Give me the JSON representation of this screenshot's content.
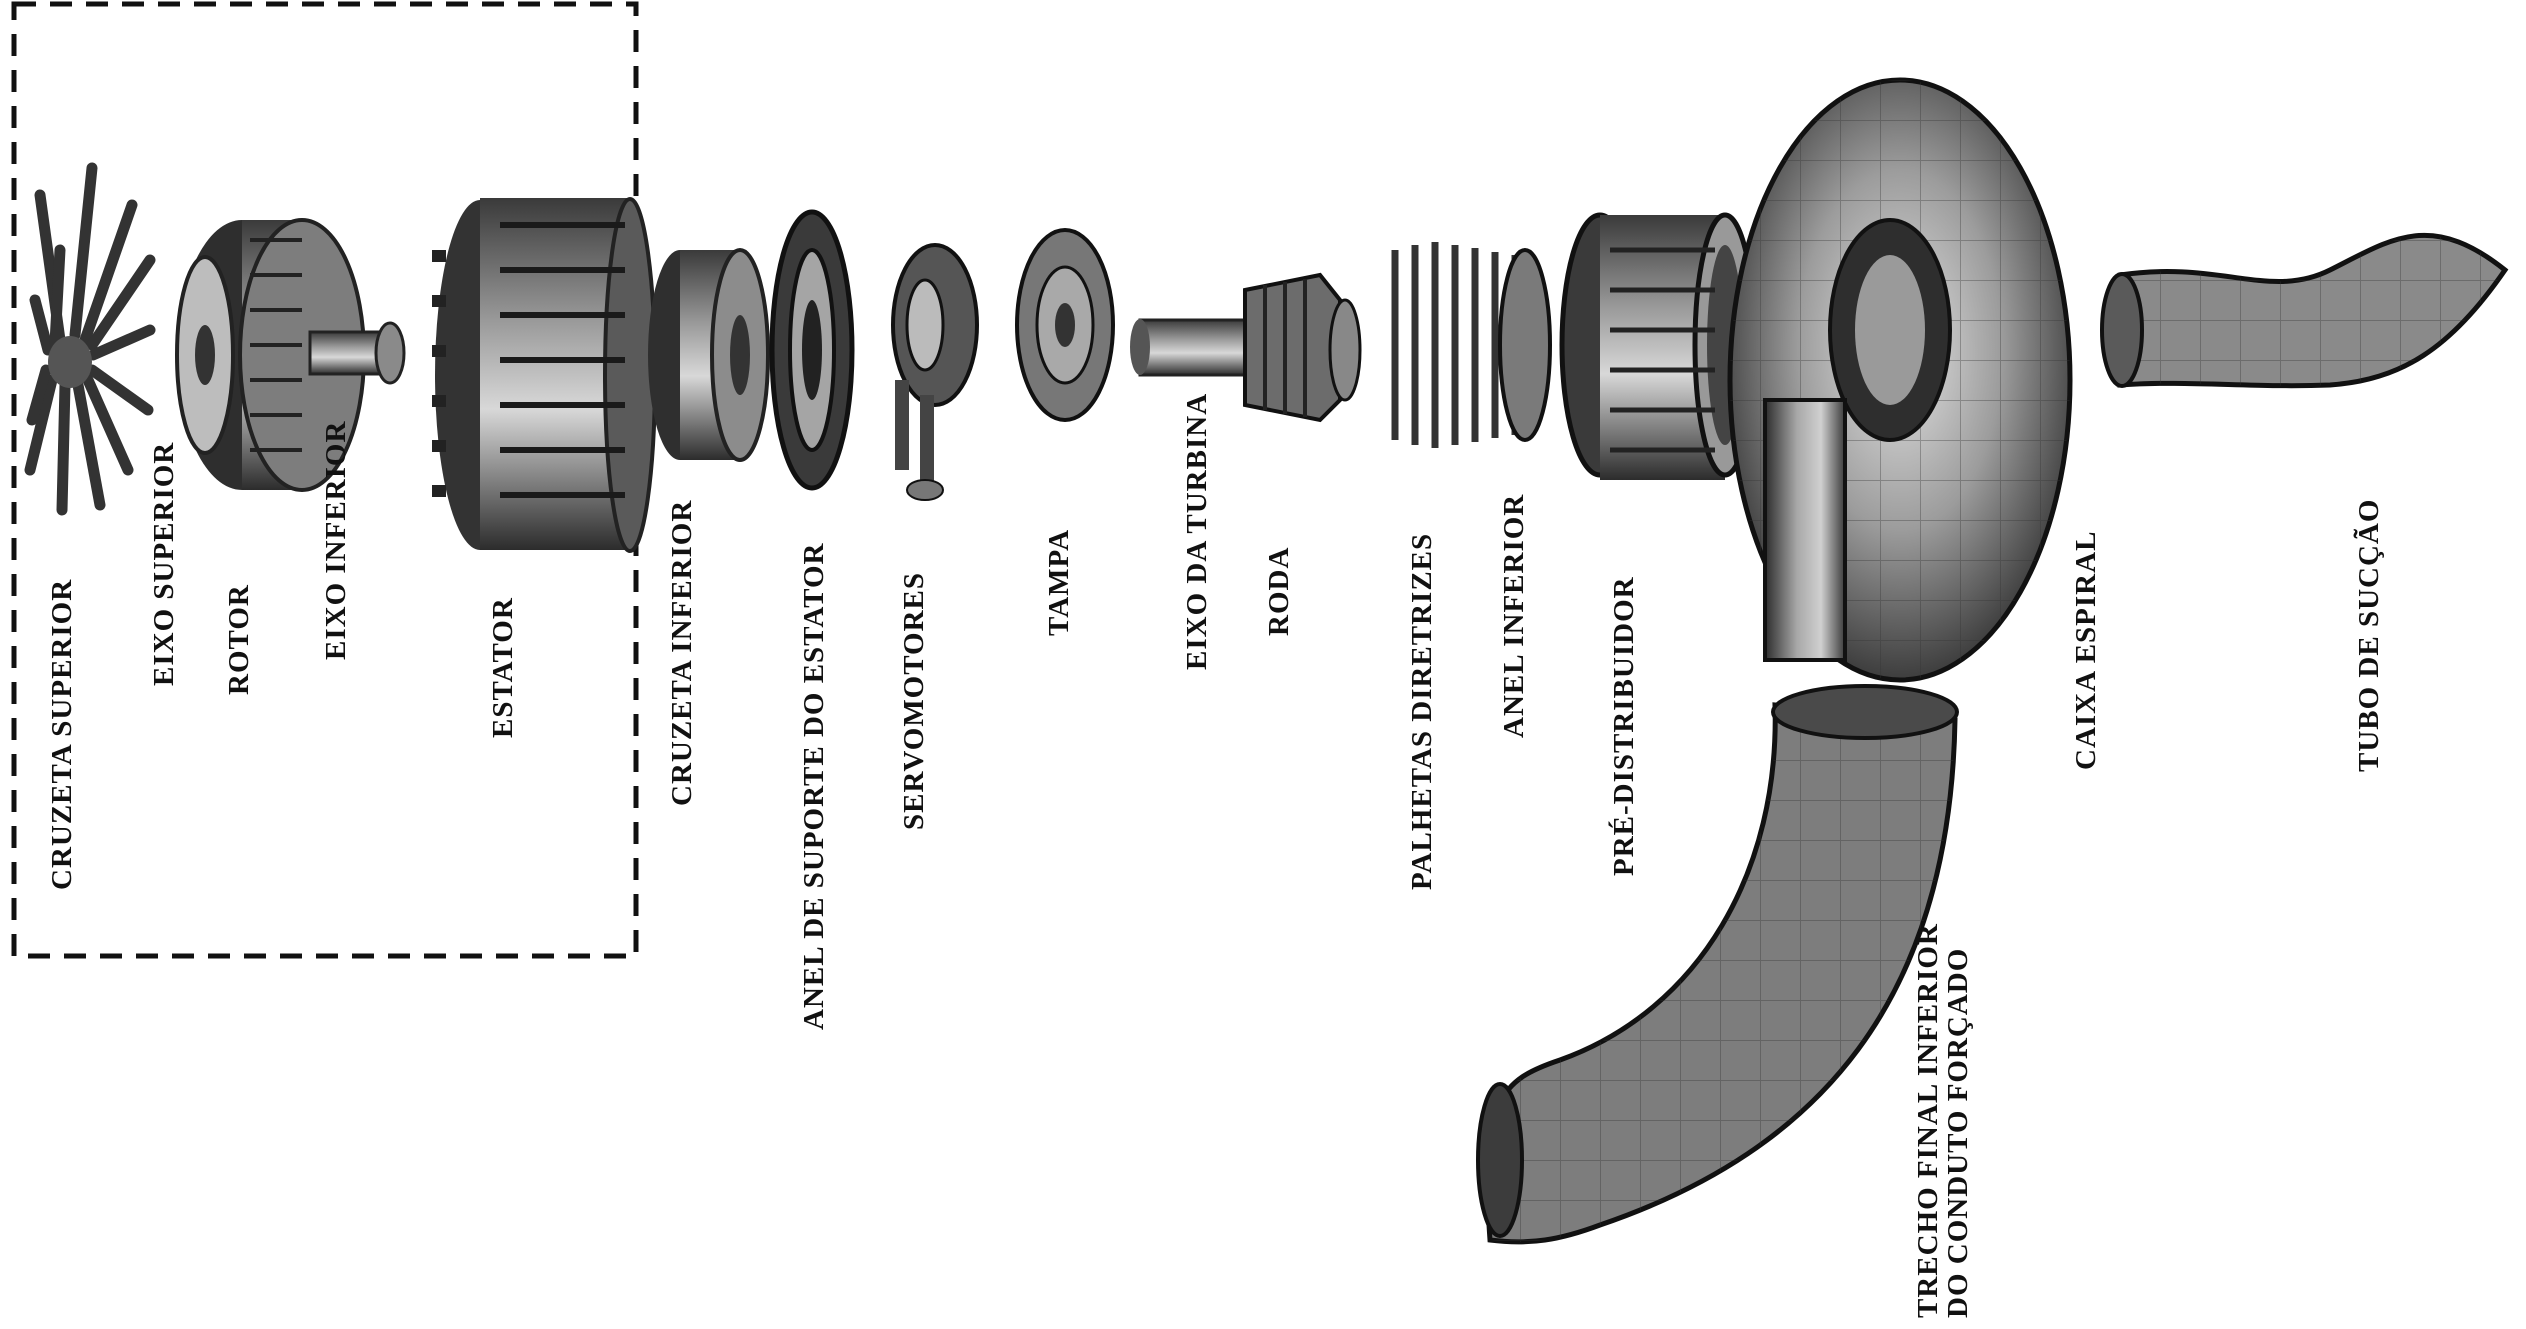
{
  "labels": {
    "cruzeta_superior": "CRUZETA SUPERIOR",
    "eixo_superior": "EIXO SUPERIOR",
    "rotor": "ROTOR",
    "eixo_inferior": "EIXO INFERIOR",
    "estator": "ESTATOR",
    "cruzeta_inferior": "CRUZETA INFERIOR",
    "anel_suporte_estator": "ANEL DE SUPORTE DO ESTATOR",
    "servomotores": "SERVOMOTORES",
    "tampa": "TAMPA",
    "eixo_turbina": "EIXO DA TURBINA",
    "roda": "RODA",
    "palhetas_diretrizes": "PALHETAS DIRETRIZES",
    "anel_inferior": "ANEL INFERIOR",
    "pre_distribuidor": "PRÉ-DISTRIBUIDOR",
    "caixa_espiral": "CAIXA ESPIRAL",
    "tubo_succao": "TUBO DE SUCÇÃO",
    "trecho_final_line1": "TRECHO FINAL INFERIOR",
    "trecho_final_line2": "DO CONDUTO FORÇADO"
  },
  "colors": {
    "ink": "#111111",
    "metal_dark": "#2a2a2a",
    "metal_mid": "#7a7a7a",
    "metal_light": "#c8c8c8"
  }
}
